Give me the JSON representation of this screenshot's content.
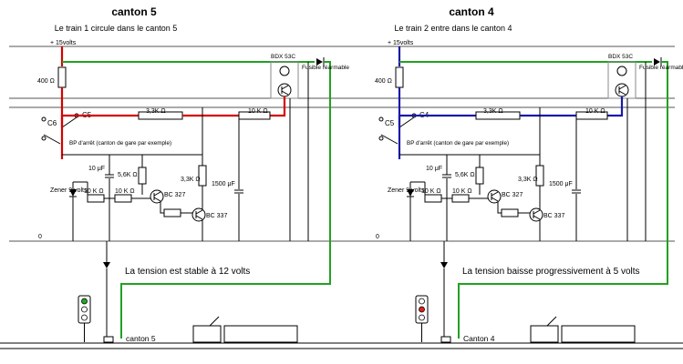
{
  "panels": [
    {
      "title": "canton 5",
      "subtitle": "Le train 1 circule dans le canton 5",
      "supply": "+  15volts",
      "zero": "0",
      "r_supply": "400 Ω",
      "switch_a": "C6",
      "switch_b": "C5",
      "r_series": "3,3K Ω",
      "r_right": "10 K Ω",
      "transistor_top": "BDX 53C",
      "fuse": "Fusible réarmable",
      "bp": "BP d'arrêt (canton de gare par exemple)",
      "cap": "10 μF",
      "r_56k": "5,6K Ω",
      "r_33k_mid": "3,3K Ω",
      "cap_big": "1500 μF",
      "zener": "Zener 9 volts",
      "r_10k_a": "10 K Ω",
      "r_10k_b": "10 K Ω",
      "bc327": "BC 327",
      "bc337": "BC 337",
      "message": "La tension est stable à 12 volts",
      "track_label": "canton 5",
      "signal_lit": "green"
    },
    {
      "title": "canton 4",
      "subtitle": "Le train 2 entre dans le canton 4",
      "supply": "+  15volts",
      "zero": "0",
      "r_supply": "400 Ω",
      "switch_a": "C5",
      "switch_b": "C4",
      "r_series": "3,3K Ω",
      "r_right": "10 K Ω",
      "transistor_top": "BDX 53C",
      "fuse": "Fusible réarmable",
      "bp": "BP d'arrêt (canton de gare par exemple)",
      "cap": "10 μF",
      "r_56k": "5,6K Ω",
      "r_33k_mid": "3,3K Ω",
      "cap_big": "1500 μF",
      "zener": "Zener 9 volts",
      "r_10k_a": "10 K Ω",
      "r_10k_b": "10 K Ω",
      "bc327": "BC 327",
      "bc337": "BC 337",
      "message": "La tension baisse progressivement à 5 volts",
      "track_label": "Canton 4",
      "signal_lit": "red"
    }
  ],
  "colors": {
    "panel0_path": "#d40000",
    "panel1_path": "#1a1aa8",
    "feed": "#22a022",
    "signal_green": "#22aa22",
    "signal_red": "#dd2222"
  }
}
